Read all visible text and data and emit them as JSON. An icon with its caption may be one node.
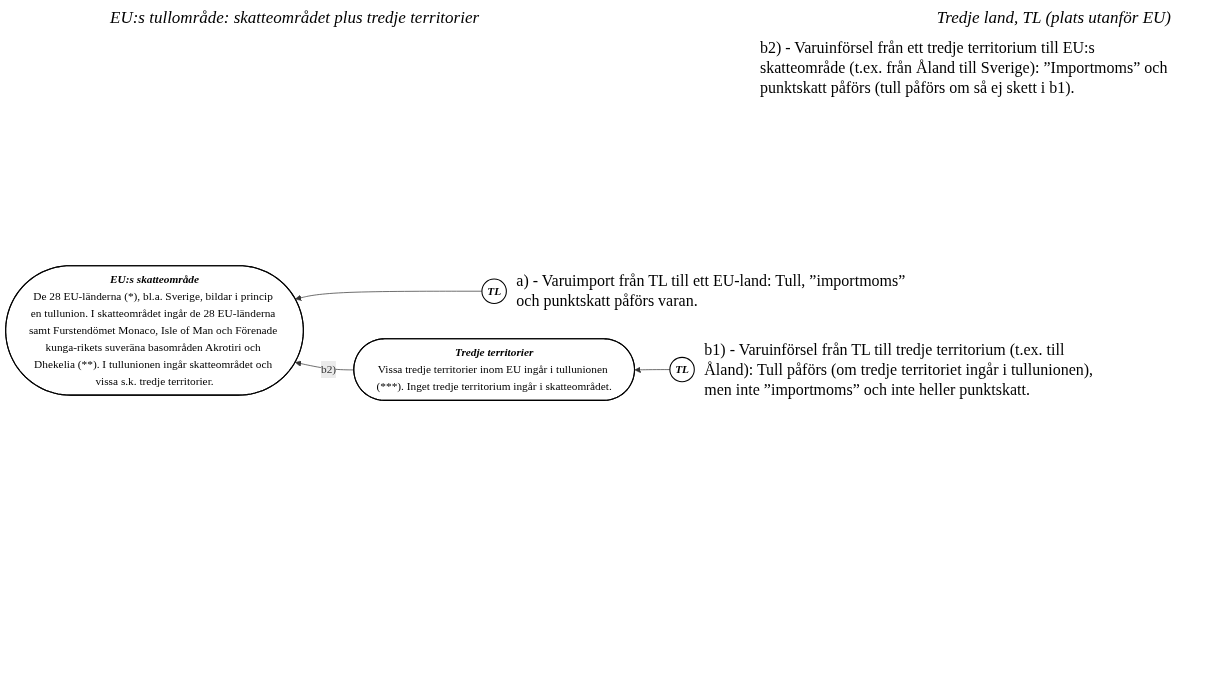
{
  "diagram": {
    "nodes": [
      {
        "text": [
          "EU:s skatteområde",
          "De 28 EU-länderna (*), bl.a. Sverige, bildar i princip en tullunion. I skatteområdet ingår de 28 EU-länderna samt Furstendömet Monaco, Isle of Man och Förenade kunga-rikets suveräna basområden Akrotiri och Dhekelia (**). I tullunionen ingår skatteområdet och vissa s.k. tredje territorier."
        ]
      },
      {
        "text": [
          "TL"
        ],
        "beside": [
          "a) - Varuimport från TL till ett EU-land: Tull, ”importmoms” och punktskatt påförs varan."
        ]
      },
      {
        "text": [
          "Tredje territorier",
          "Vissa tredje territorier inom EU ingår i tullunionen (***). Inget tredje territorium ingår i skatteområdet."
        ]
      },
      {
        "text": [
          "TL"
        ],
        "beside": [
          "b1) - Varuinförsel från TL till tredje territorium (t.ex. till  Åland): Tull påförs (om tredje territoriet ingår i tullunionen), men inte ”importmoms” och inte heller punktskatt."
        ]
      }
    ],
    "edges": [
      {
        "from": 1,
        "to": 0,
        "arrow": "to"
      },
      {
        "from": 2,
        "to": 0,
        "arrow": "to",
        "label": "b2)"
      },
      {
        "from": 3,
        "to": 2,
        "arrow": "to"
      }
    ],
    "labels": [
      "EU:s tullområde: skatteområdet plus tredje territorier",
      "Tredje land, TL (plats utanför EU)",
      "b2) - Varuinförsel från ett tredje territorium till EU:s skatteområde (t.ex. från Åland till Sverige): ”Importmoms” och punktskatt påförs (tull påförs om så ej skett i b1)."
    ]
  }
}
